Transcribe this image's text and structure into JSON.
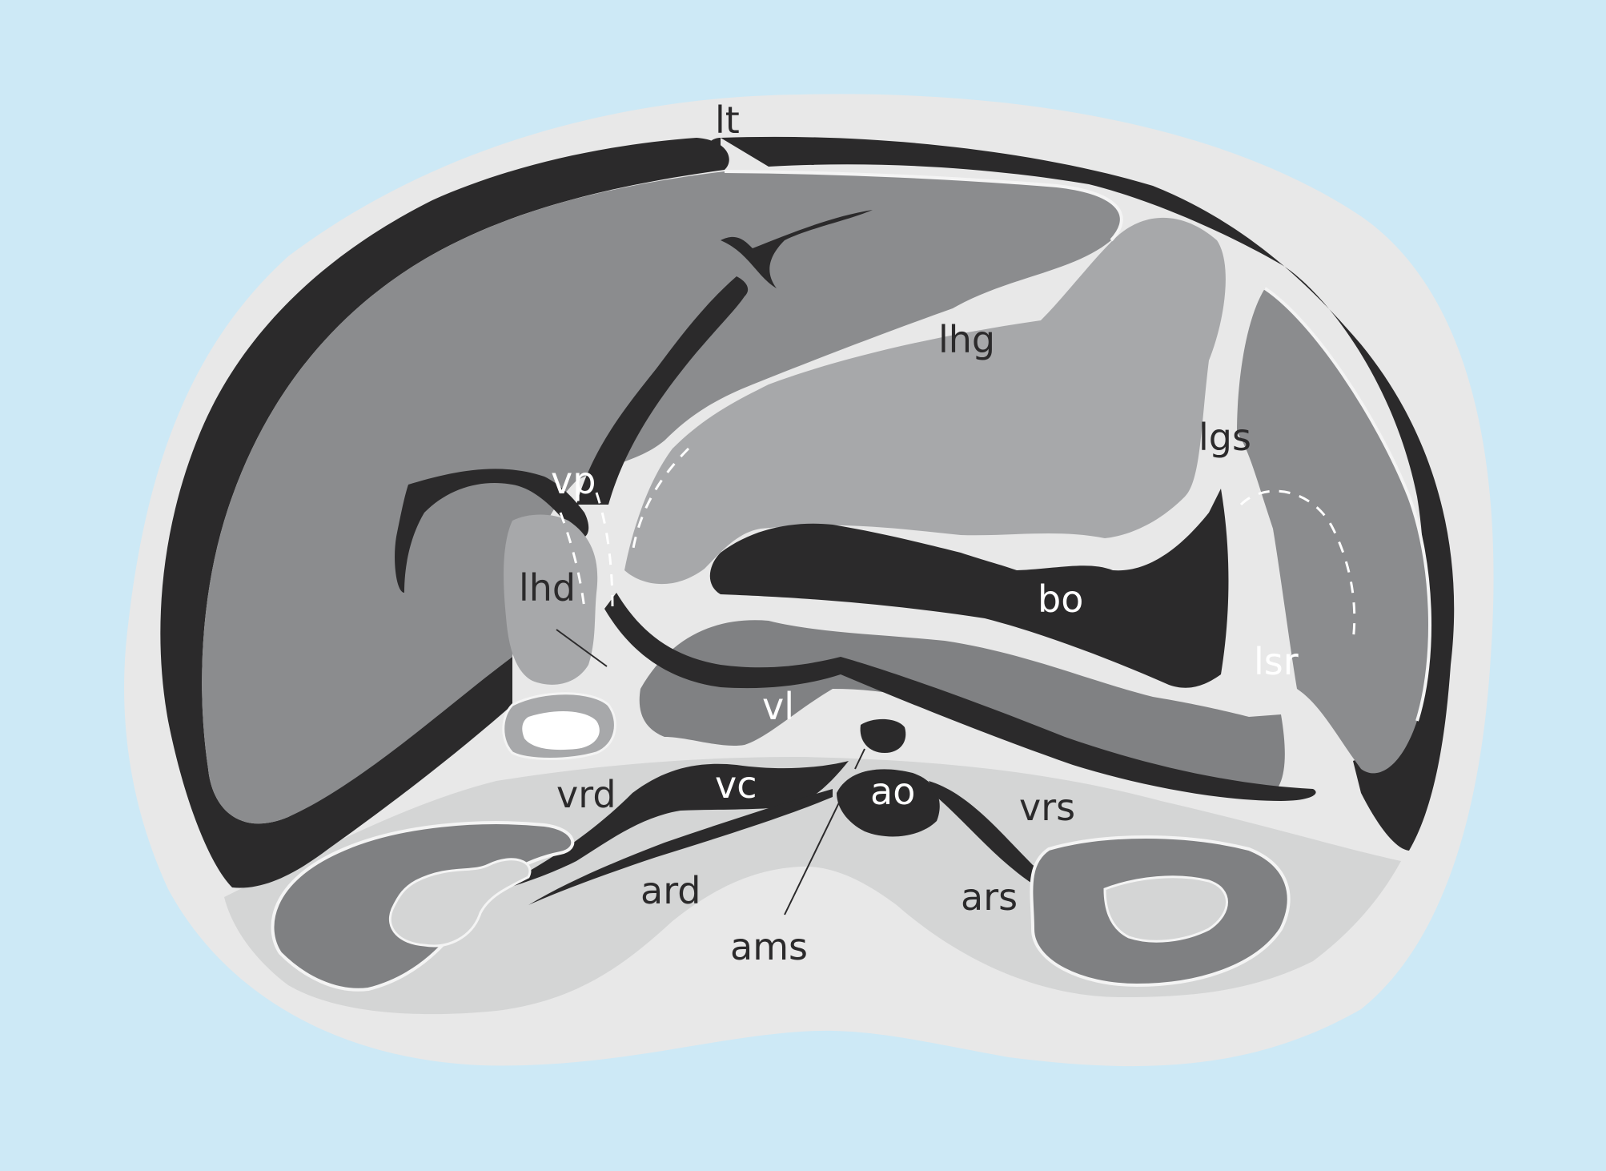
{
  "colors": {
    "background": "#cde9f6",
    "body": "#e8e8e8",
    "liver": "#8b8c8e",
    "stomach": "#a7a8aa",
    "vessels": "#2b2a2b",
    "kidney_fat": "#d4d5d5",
    "kidney": "#7f8082",
    "outline": "#f4f4f4"
  },
  "labels": {
    "lt": "lt",
    "lhg": "lhg",
    "lgs": "lgs",
    "vp": "vp",
    "lhd": "lhd",
    "bo": "bo",
    "lsr": "lsr",
    "vl": "vl",
    "vc": "vc",
    "ao": "ao",
    "vrd": "vrd",
    "vrs": "vrs",
    "ard": "ard",
    "ars": "ars",
    "ams": "ams"
  }
}
